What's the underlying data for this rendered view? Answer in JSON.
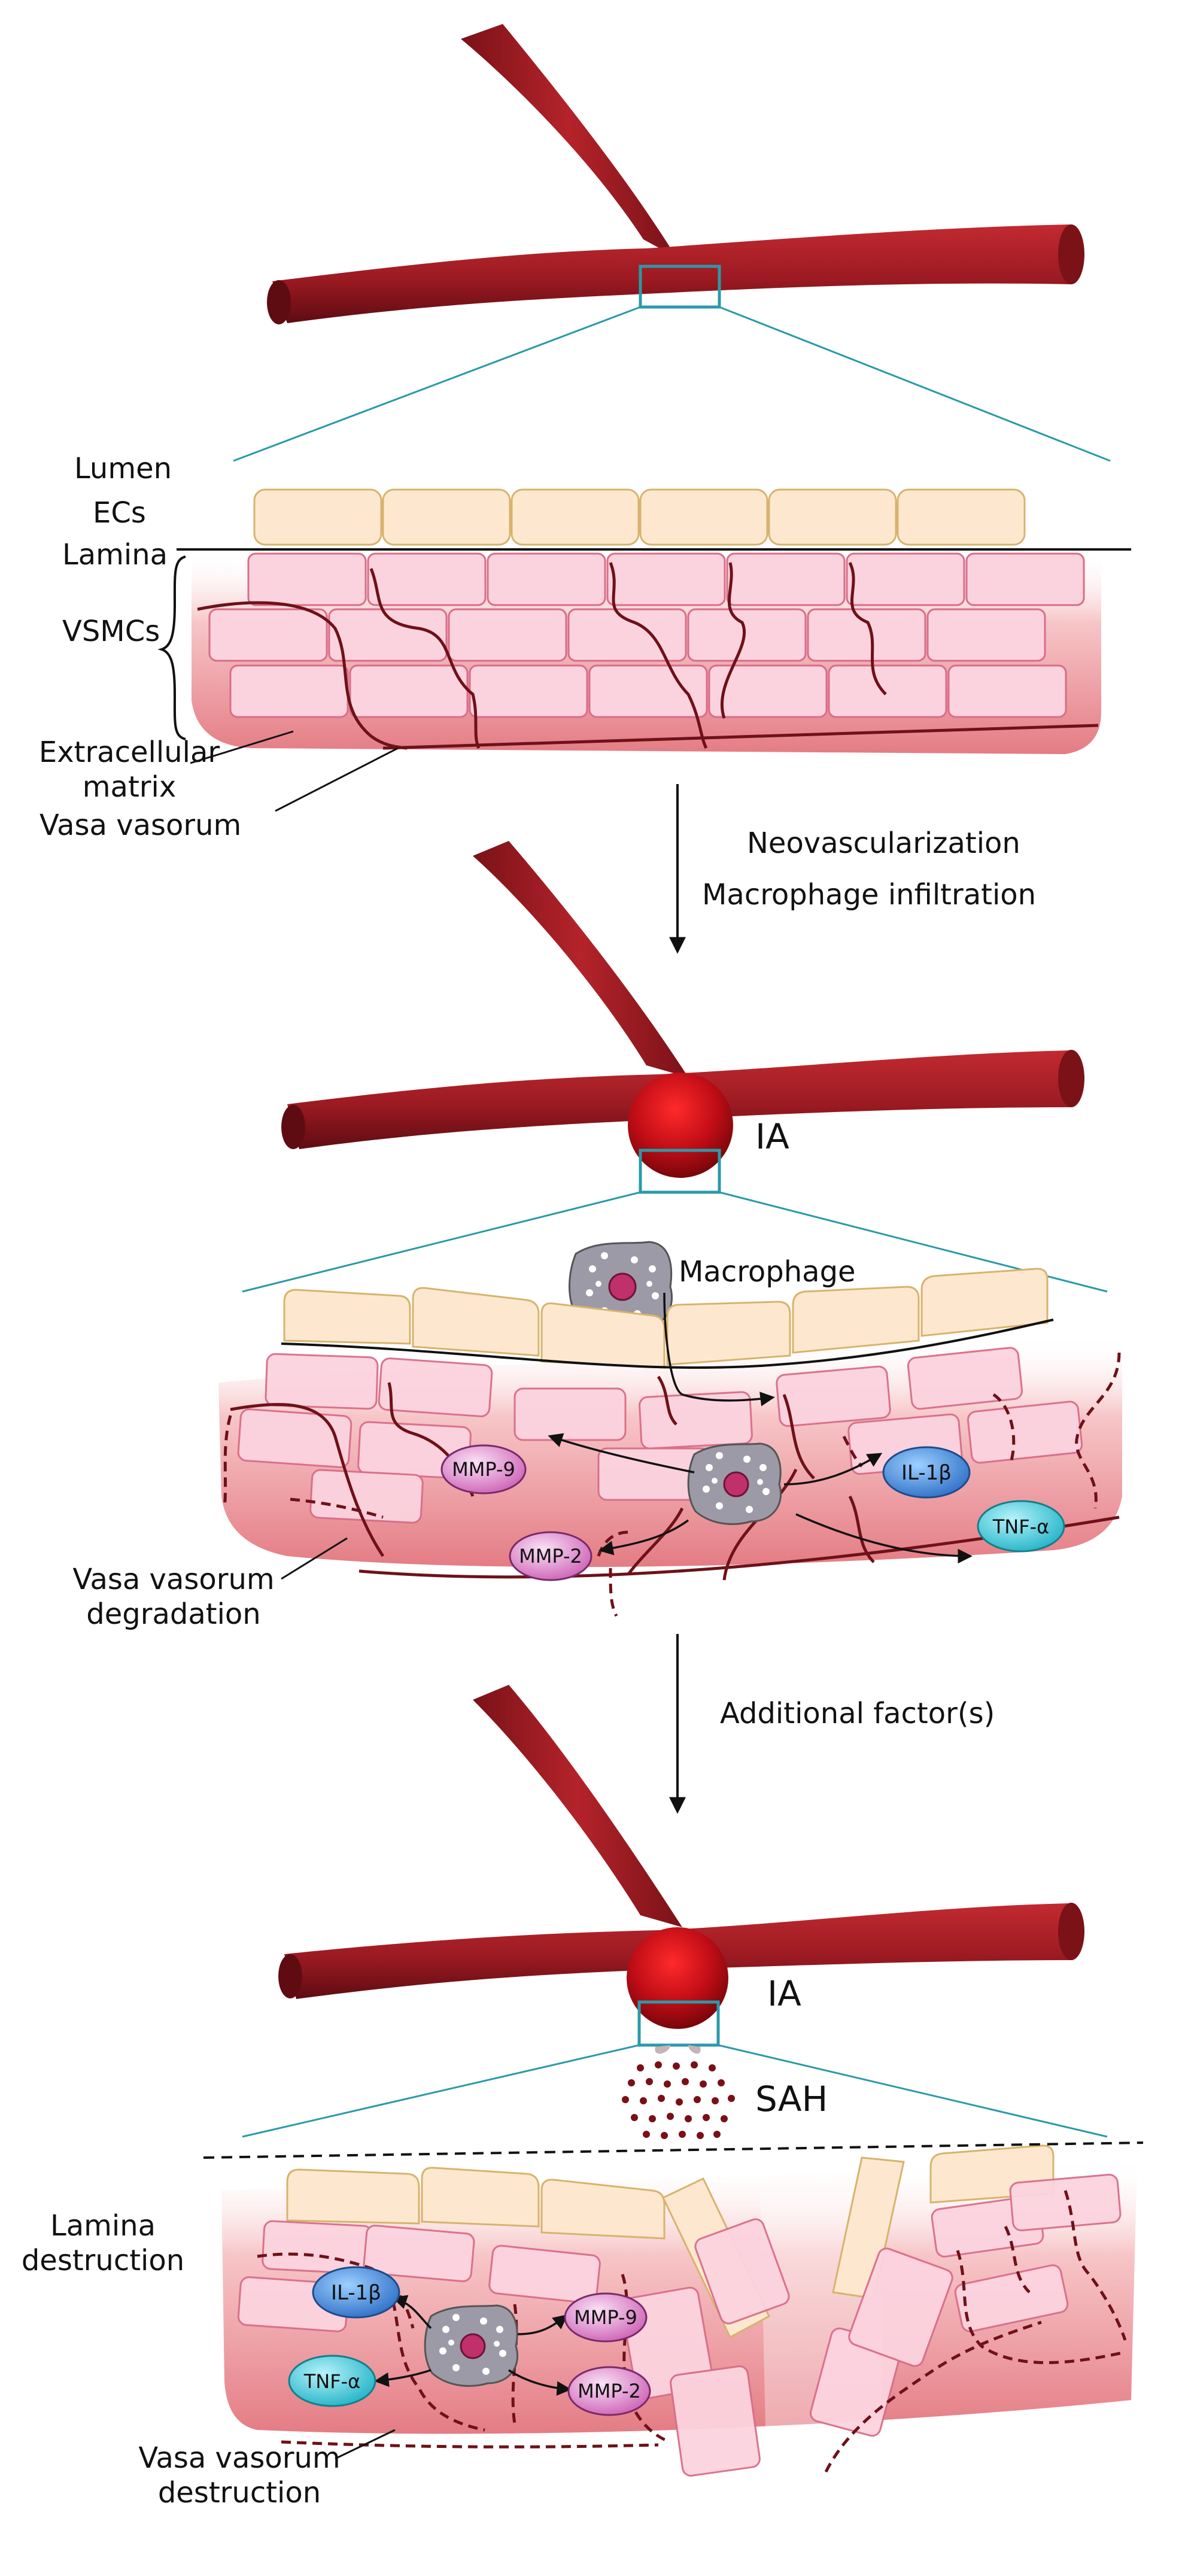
{
  "panel1": {
    "labels": {
      "lumen": "Lumen",
      "ecs": "ECs",
      "lamina": "Lamina",
      "vsmcs": "VSMCs",
      "extracellular_matrix_line1": "Extracellular",
      "extracellular_matrix_line2": "matrix",
      "vasa_vasorum": "Vasa vasorum"
    }
  },
  "transition1": {
    "line1": "Neovascularization",
    "line2": "Macrophage infiltration"
  },
  "panel2": {
    "ia_label": "IA",
    "macrophage_label": "Macrophage",
    "degradation_line1": "Vasa vasorum",
    "degradation_line2": "degradation",
    "factors": {
      "mmp9": "MMP-9",
      "mmp2": "MMP-2",
      "il1b": "IL-1β",
      "tnfa": "TNF-α"
    }
  },
  "transition2": {
    "label": "Additional factor(s)"
  },
  "panel3": {
    "ia_label": "IA",
    "sah_label": "SAH",
    "lamina_destruction_line1": "Lamina",
    "lamina_destruction_line2": "destruction",
    "vv_destruction_line1": "Vasa vasorum",
    "vv_destruction_line2": "destruction",
    "factors": {
      "il1b": "IL-1β",
      "tnfa": "TNF-α",
      "mmp9": "MMP-9",
      "mmp2": "MMP-2"
    }
  },
  "colors": {
    "artery": "#a01a22",
    "artery_dark": "#6e0f15",
    "aneurysm": "#d40f18",
    "zoom_box": "#2a9aa8",
    "ec_fill": "#fde8cf",
    "ec_stroke": "#d8b36e",
    "vsmc_fill": "#fbd3df",
    "vsmc_stroke": "#d96d88",
    "matrix": "#eb8f96",
    "vasa": "#6e1118",
    "mmp": "#e38ad0",
    "il1b": "#3b86d8",
    "tnfa": "#3cc7d8",
    "macrophage": "#9c9aa6",
    "nucleus": "#c0306a"
  }
}
